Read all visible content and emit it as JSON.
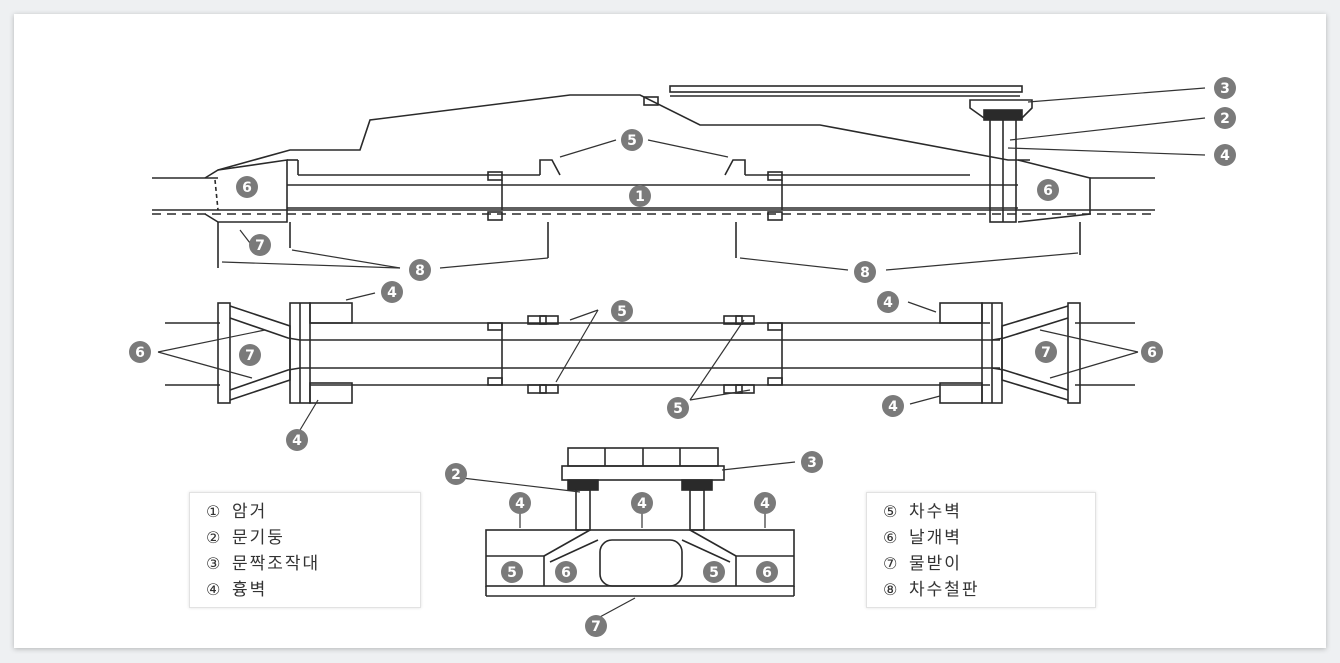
{
  "callouts": [
    "1",
    "2",
    "3",
    "4",
    "5",
    "6",
    "7",
    "8"
  ],
  "legend_left": [
    {
      "num": "①",
      "text": "암거"
    },
    {
      "num": "②",
      "text": "문기둥"
    },
    {
      "num": "③",
      "text": "문짝조작대"
    },
    {
      "num": "④",
      "text": "흉벽"
    }
  ],
  "legend_right": [
    {
      "num": "⑤",
      "text": "차수벽"
    },
    {
      "num": "⑥",
      "text": "날개벽"
    },
    {
      "num": "⑦",
      "text": "물받이"
    },
    {
      "num": "⑧",
      "text": "차수철판"
    }
  ],
  "colors": {
    "line": "#2a2a2a",
    "marker": "#7a7a7a",
    "marker_text": "#ffffff"
  }
}
